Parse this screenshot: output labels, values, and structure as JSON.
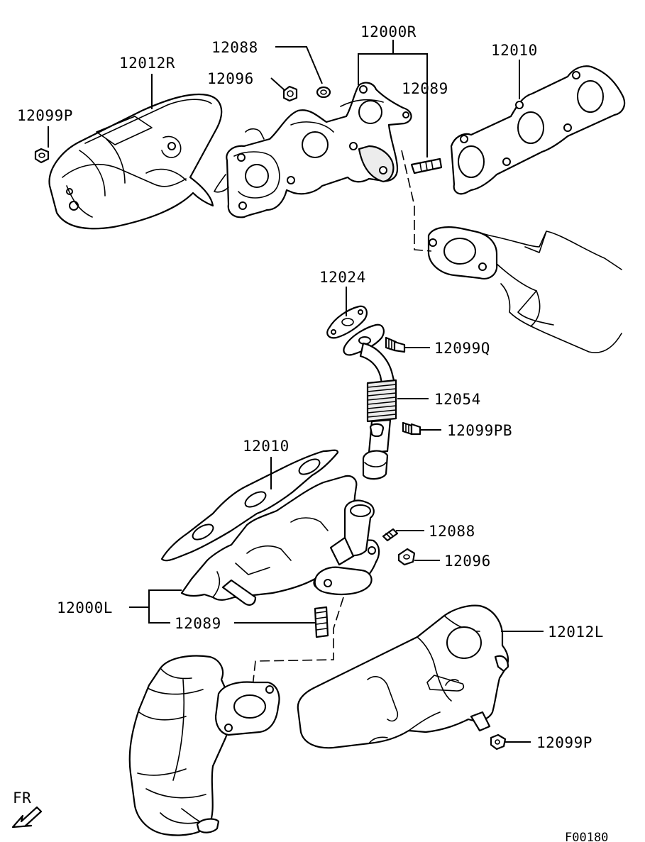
{
  "labels": {
    "l_12000R": "12000R",
    "l_12088_top": "12088",
    "l_12096_top": "12096",
    "l_12012R": "12012R",
    "l_12010_top": "12010",
    "l_12089_top": "12089",
    "l_12099P_top": "12099P",
    "l_12024": "12024",
    "l_12099Q": "12099Q",
    "l_12054": "12054",
    "l_12099PB": "12099PB",
    "l_12010_mid": "12010",
    "l_12088_mid": "12088",
    "l_12096_mid": "12096",
    "l_12000L": "12000L",
    "l_12089_mid": "12089",
    "l_12012L": "12012L",
    "l_12099P_bottom": "12099P"
  },
  "footer": {
    "direction": "FR",
    "figure_code": "F00180"
  },
  "colors": {
    "line": "#000000",
    "background": "#ffffff",
    "shade": "#ececec"
  }
}
